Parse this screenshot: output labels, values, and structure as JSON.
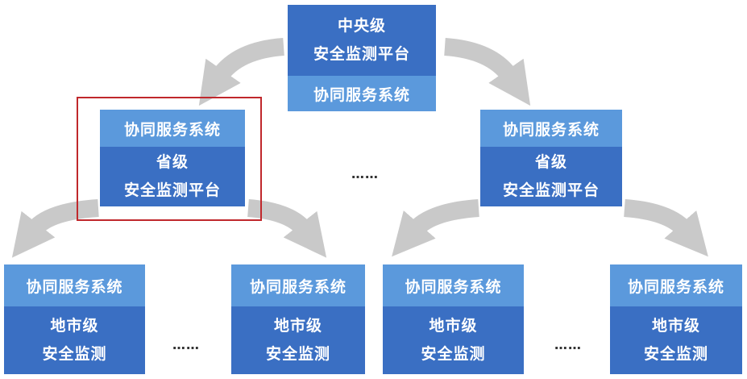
{
  "colors": {
    "main_fill": "#3a6fc3",
    "service_fill": "#5b99dc",
    "arrow_fill": "#c9c9c9",
    "highlight_border": "#c0282c",
    "text": "#ffffff"
  },
  "central": {
    "level": "中央级",
    "platform": "安全监测平台",
    "service": "协同服务系统"
  },
  "provinces": [
    {
      "service": "协同服务系统",
      "level": "省级",
      "platform": "安全监测平台"
    },
    {
      "service": "协同服务系统",
      "level": "省级",
      "platform": "安全监测平台"
    }
  ],
  "cities": [
    {
      "service": "协同服务系统",
      "level": "地市级",
      "platform": "安全监测"
    },
    {
      "service": "协同服务系统",
      "level": "地市级",
      "platform": "安全监测"
    },
    {
      "service": "协同服务系统",
      "level": "地市级",
      "platform": "安全监测"
    },
    {
      "service": "协同服务系统",
      "level": "地市级",
      "platform": "安全监测"
    }
  ],
  "ellipsis": "……"
}
